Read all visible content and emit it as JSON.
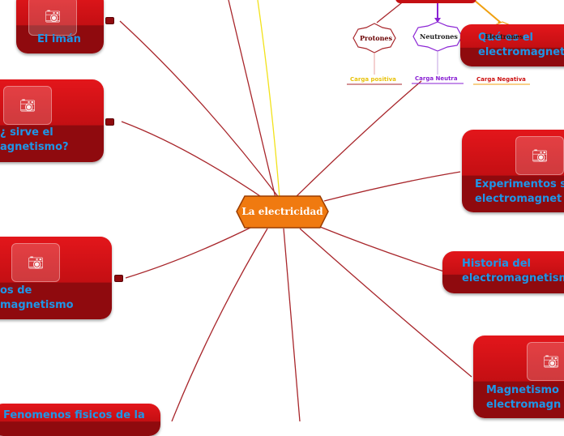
{
  "center": {
    "label": "La electricidad"
  },
  "nodes": [
    {
      "id": "el-iman",
      "label": "El imán"
    },
    {
      "id": "para-que-sirve",
      "label": "¿ sirve el\nagnetismo?"
    },
    {
      "id": "tipos",
      "label": "os de\nmagnetismo"
    },
    {
      "id": "fenomenos",
      "label": "Fenomenos fisicos de la"
    },
    {
      "id": "que-es",
      "label": "Qué es el\nelectromagnet"
    },
    {
      "id": "experimentos",
      "label": "Experimentos s\nelectromagnet"
    },
    {
      "id": "historia",
      "label": "Historia del\nelectromagnetism"
    },
    {
      "id": "magnetismo",
      "label": "Magnetismo\nelectromagn"
    }
  ],
  "particles": {
    "protones": {
      "label": "Protones",
      "carga": "Carga positiva",
      "color": "#e8c20c"
    },
    "neutrones": {
      "label": "Neutrones",
      "carga": "Carga Neutra",
      "color": "#8a22d4"
    },
    "electrones": {
      "label": "Electrones",
      "carga": "Carga Negativa",
      "color": "#cc1111"
    }
  },
  "colors": {
    "node": "#d21216",
    "label": "#1e96e8",
    "center": "#f07a10",
    "line": "#a8262b"
  }
}
